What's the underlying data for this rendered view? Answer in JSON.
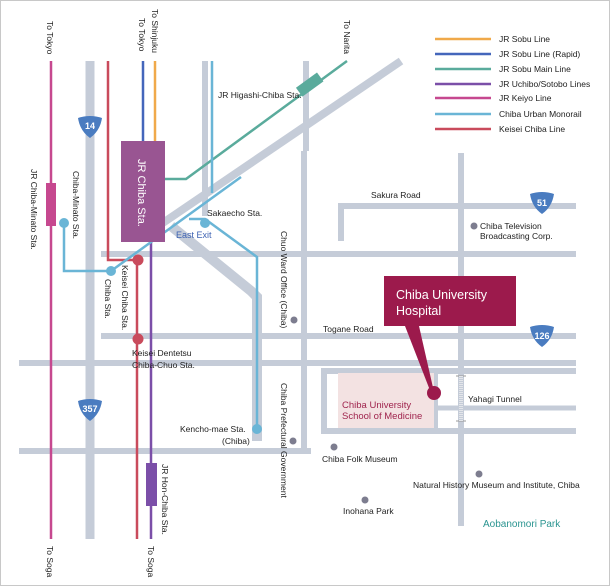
{
  "map": {
    "colors": {
      "road": "#c5ccd8",
      "jr_sobu": "#f0a94a",
      "jr_sobu_rapid": "#4466bb",
      "jr_sobu_main": "#5aab9c",
      "jr_uchibo_sotobo": "#7b4fa8",
      "jr_keiyo": "#c6488f",
      "chiba_monorail": "#6ab5d6",
      "keisei_chiba": "#c94b5c",
      "station_box": "#995592",
      "hospital": "#9c1a4c",
      "school_area": "#f3e2e2",
      "poi_dot": "#7d7d8f",
      "route_shield": "#4a7cc0",
      "park_text": "#2a9490"
    },
    "legend": [
      {
        "label": "JR Sobu Line",
        "color": "#f0a94a"
      },
      {
        "label": "JR Sobu Line (Rapid)",
        "color": "#4466bb"
      },
      {
        "label": "JR Sobu Main Line",
        "color": "#5aab9c"
      },
      {
        "label": "JR Uchibo/Sotobo Lines",
        "color": "#7b4fa8"
      },
      {
        "label": "JR Keiyo Line",
        "color": "#c6488f"
      },
      {
        "label": "Chiba Urban Monorail",
        "color": "#6ab5d6"
      },
      {
        "label": "Keisei Chiba Line",
        "color": "#c94b5c"
      }
    ],
    "directions": {
      "to_tokyo_keiyo": "To Tokyo",
      "to_tokyo_rapid": "To Tokyo",
      "to_shinjuku": "To Shinjuku",
      "to_narita": "To Narita",
      "to_soga_keiyo": "To Soga",
      "to_soga_uchibo": "To Soga"
    },
    "stations": {
      "jr_chiba": "JR Chiba Sta.",
      "east_exit": "East Exit",
      "jr_higashi_chiba": "JR Higashi-Chiba Sta.",
      "jr_chiba_minato": "JR Chiba-Minato Sta.",
      "chiba_minato": "Chiba-Minato Sta.",
      "chiba_monorail": "Chiba Sta.",
      "keisei_chiba": "Keisei Chiba Sta.",
      "sakaecho": "Sakaecho Sta.",
      "keisei_chiba_chuo_1": "Keisei Dentetsu",
      "keisei_chiba_chuo_2": "Chiba-Chuo Sta.",
      "kencho_mae_1": "Kencho-mae Sta.",
      "kencho_mae_2": "(Chiba)",
      "jr_hon_chiba": "JR Hon-Chiba Sta."
    },
    "roads": {
      "sakura": "Sakura Road",
      "togane": "Togane Road",
      "yahagi_tunnel": "Yahagi Tunnel"
    },
    "route_shields": {
      "r14": "14",
      "r51": "51",
      "r126": "126",
      "r357": "357"
    },
    "poi": {
      "chiba_tv_1": "Chiba Television",
      "chiba_tv_2": "Broadcasting Corp.",
      "chuo_ward_office": "Chuo Ward Office (Chiba)",
      "prefectural_gov": "Chiba Prefectural Government",
      "folk_museum": "Chiba Folk Museum",
      "natural_history": "Natural History Museum and Institute, Chiba",
      "inohana_park": "Inohana Park",
      "aobanomori_park": "Aobanomori Park",
      "school_1": "Chiba University",
      "school_2": "School of Medicine"
    },
    "hospital": {
      "line1": "Chiba University",
      "line2": "Hospital"
    }
  }
}
